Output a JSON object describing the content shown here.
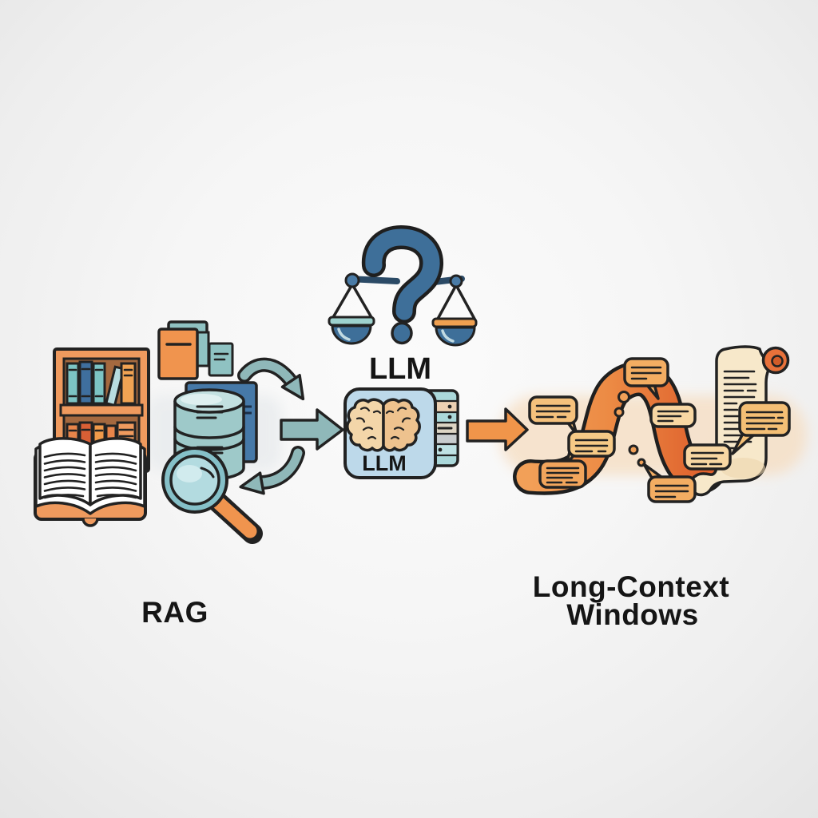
{
  "labels": {
    "rag": "RAG",
    "scale_llm": "LLM",
    "chip_llm": "LLM",
    "long_context_line1": "Long-Context",
    "long_context_line2": "Windows"
  },
  "palette": {
    "outline": "#222222",
    "teal": "#8fc2c2",
    "teal_arrow": "#8fb8b9",
    "blue_doc": "#4679a8",
    "deep_blue": "#3e6f99",
    "orange": "#f0944e",
    "deep_orange": "#e2692f",
    "bubble_tan": "#f5c17c",
    "bubble_light": "#f8d7a3",
    "parchment": "#f7e8ca",
    "chip_blue": "#bdd9ea",
    "brain_left": "#f3d6a9",
    "brain_right": "#eec28e",
    "shelf_orange": "#ef9a5e",
    "shelf_brown": "#a5693f",
    "scale_pan_left_bar": "#9ed2ce",
    "scale_pan_right_bar": "#f0a050"
  },
  "icons": {
    "rag": [
      "bookshelf-icon",
      "open-book-icon",
      "document-stack-icon",
      "database-icon",
      "magnifier-icon"
    ],
    "center": [
      "balance-scale-icon",
      "question-mark-icon",
      "llm-chip-icon",
      "brain-icon",
      "server-stack-icon"
    ],
    "long_context": [
      "chat-bubbles-icon",
      "flow-ribbon-icon",
      "thought-dots-icon",
      "scroll-icon"
    ]
  },
  "flow_arrows": [
    "retrieve-cycle-up-arrow",
    "retrieve-forward-arrow",
    "retrieve-cycle-back-arrow",
    "to-long-context-arrow"
  ]
}
